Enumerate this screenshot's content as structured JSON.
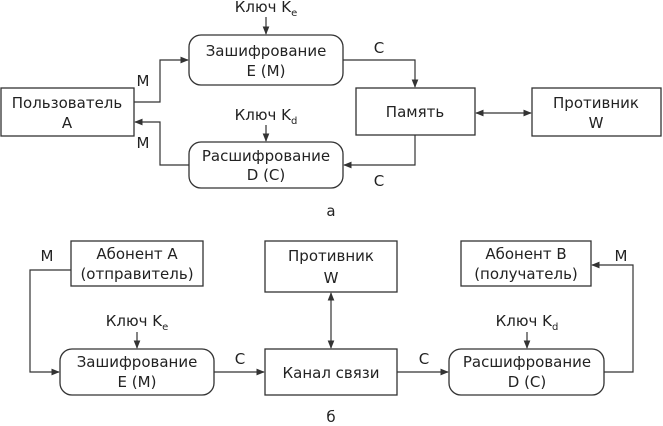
{
  "diagram_a": {
    "caption": "а",
    "key_e": {
      "text": "Ключ K",
      "sub": "e"
    },
    "encrypt": {
      "line1": "Зашифрование",
      "line2": "E (M)"
    },
    "key_d": {
      "text": "Ключ K",
      "sub": "d"
    },
    "decrypt": {
      "line1": "Расшифрование",
      "line2": "D (C)"
    },
    "user": {
      "line1": "Пользователь",
      "line2": "A"
    },
    "memory": {
      "label": "Память"
    },
    "adversary": {
      "line1": "Противник",
      "line2": "W"
    },
    "label_m_top": "M",
    "label_m_bottom": "M",
    "label_c_top": "C",
    "label_c_bottom": "C"
  },
  "diagram_b": {
    "caption": "б",
    "sender": {
      "line1": "Абонент A",
      "line2": "(отправитель)"
    },
    "adversary": {
      "line1": "Противник",
      "line2": "W"
    },
    "receiver": {
      "line1": "Абонент B",
      "line2": "(получатель)"
    },
    "key_e": {
      "text": "Ключ K",
      "sub": "e"
    },
    "key_d": {
      "text": "Ключ K",
      "sub": "d"
    },
    "encrypt": {
      "line1": "Зашифрование",
      "line2": "E (M)"
    },
    "channel": {
      "label": "Канал связи"
    },
    "decrypt": {
      "line1": "Расшифрование",
      "line2": "D (C)"
    },
    "label_m_left": "M",
    "label_m_right": "M",
    "label_c_left": "C",
    "label_c_right": "C"
  }
}
